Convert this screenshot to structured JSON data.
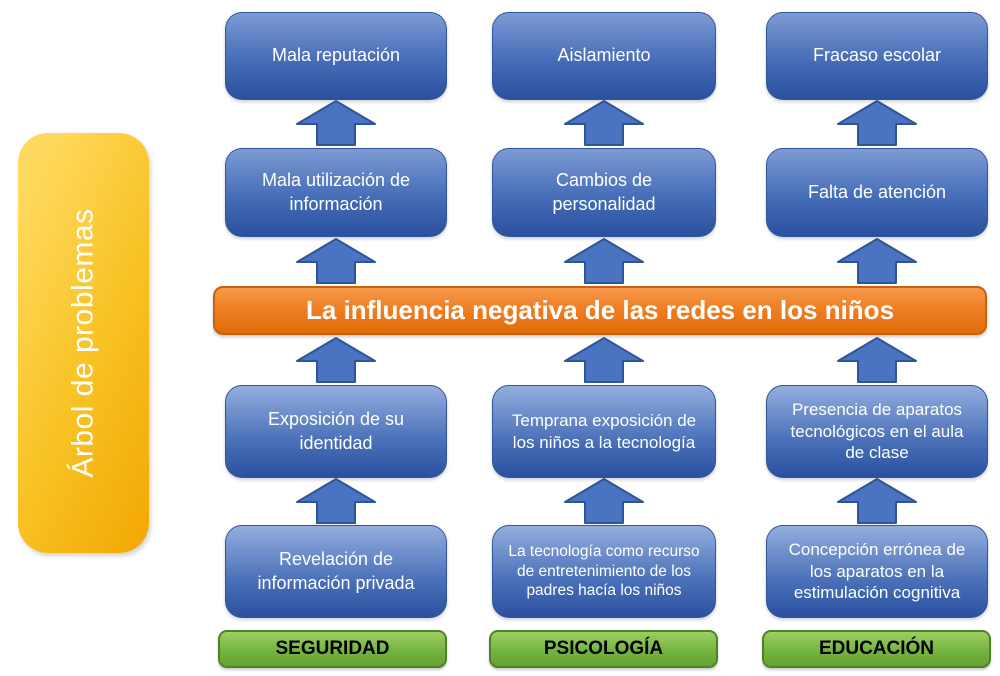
{
  "diagram": {
    "side_label": "Árbol de problemas",
    "central_problem": "La influencia negativa de las redes en los niños",
    "columns": [
      {
        "category": "SEGURIDAD",
        "top_effect": "Mala reputación",
        "effect": "Mala utilización de información",
        "cause": "Exposición  de su identidad",
        "root_cause": "Revelación de información  privada"
      },
      {
        "category": "PSICOLOGÍA",
        "top_effect": "Aislamiento",
        "effect": "Cambios de personalidad",
        "cause": "Temprana exposición de los niños  a la tecnología",
        "root_cause": "La tecnología como recurso  de entretenimiento  de los padres hacía los niños"
      },
      {
        "category": "EDUCACIÓN",
        "top_effect": "Fracaso escolar",
        "effect": "Falta de atención",
        "cause": "Presencia de aparatos tecnológicos  en el aula de clase",
        "root_cause": "Concepción errónea de los  aparatos en la estimulación cognitiva"
      }
    ],
    "colors": {
      "box_blue": "#4472c4",
      "box_blue_dark": "#2b509f",
      "arrow_blue": "#4a73c2",
      "arrow_border": "#2f5597",
      "banner_orange": "#e8700f",
      "category_green": "#70ad47",
      "side_yellow": "#ffc000"
    }
  }
}
